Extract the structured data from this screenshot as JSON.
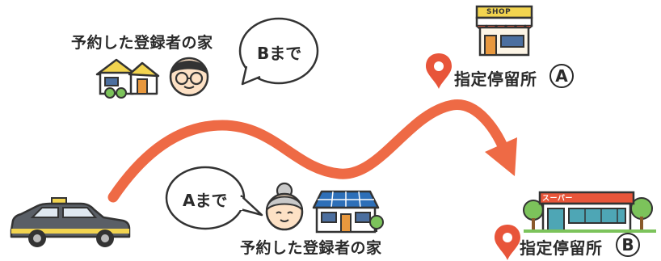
{
  "residence_b": {
    "label": "予約した登録者の家",
    "bubble": "Bまで"
  },
  "residence_a": {
    "label": "予約した登録者の家",
    "bubble": "Aまで"
  },
  "stop_a": {
    "label": "指定停留所",
    "letter": "A",
    "shop_sign": "SHOP"
  },
  "stop_b": {
    "label": "指定停留所",
    "letter": "B",
    "shop_sign": "スーパー"
  },
  "colors": {
    "route": "#ee6a45",
    "pin": "#e8553a",
    "roof": "#f2d44f",
    "solar": "#2d6fb8"
  },
  "icons": [
    "house-icon",
    "man-with-glasses-icon",
    "old-woman-icon",
    "solar-house-icon",
    "taxi-icon",
    "shop-icon",
    "supermarket-icon",
    "location-pin-icon"
  ]
}
